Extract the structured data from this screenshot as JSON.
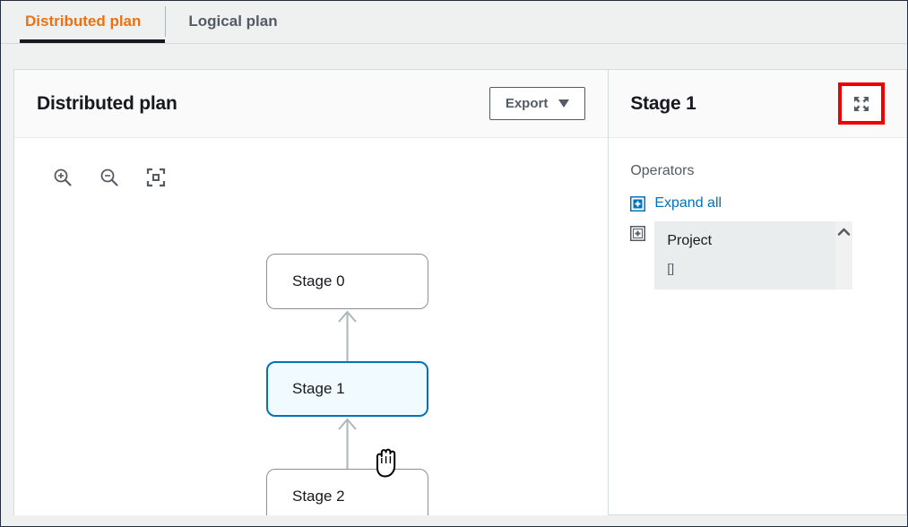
{
  "tabs": [
    {
      "label": "Distributed plan",
      "active": true
    },
    {
      "label": "Logical plan",
      "active": false
    }
  ],
  "left_panel": {
    "title": "Distributed plan",
    "export_label": "Export",
    "toolbar": {
      "zoom_in": "zoom-in-icon",
      "zoom_out": "zoom-out-icon",
      "fit_screen": "fit-to-screen-icon"
    },
    "graph": {
      "nodes": [
        {
          "id": "stage-0",
          "label": "Stage 0",
          "selected": false
        },
        {
          "id": "stage-1",
          "label": "Stage 1",
          "selected": true
        },
        {
          "id": "stage-2",
          "label": "Stage 2",
          "selected": false
        }
      ],
      "edges": [
        {
          "from": "stage-1",
          "to": "stage-0"
        },
        {
          "from": "stage-2",
          "to": "stage-1"
        }
      ],
      "cursor": "grab-hand-cursor"
    }
  },
  "right_panel": {
    "title": "Stage 1",
    "expand_icon": "expand-fullscreen-icon",
    "operators_label": "Operators",
    "expand_all_label": "Expand all",
    "operators": [
      {
        "name": "Project",
        "detail": "[]"
      }
    ]
  },
  "colors": {
    "accent_orange": "#ec7211",
    "link_blue": "#0073bb",
    "selected_node_fill": "#f1faff",
    "annotation_red": "#ee0000",
    "page_background": "#eff0f0"
  }
}
